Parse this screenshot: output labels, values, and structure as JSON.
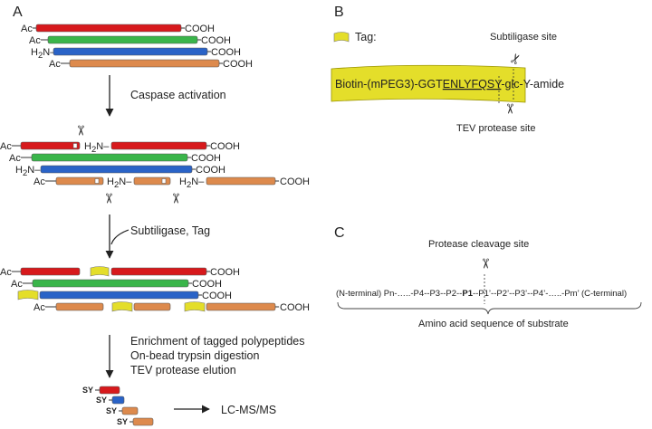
{
  "colors": {
    "red": "#d7191c",
    "green": "#3ab54a",
    "blue": "#2a63c7",
    "orange": "#dd8a4d",
    "tag": "#e4de2a",
    "tag_dark": "#9a9400"
  },
  "panel_a": {
    "letter": "A",
    "ac": "Ac",
    "cooh": "COOH",
    "h2n_h": "H",
    "h2n_sub": "2",
    "h2n_n": "N",
    "h2n_dash": "N–",
    "step1": "Caspase activation",
    "step2": "Subtiligase, Tag",
    "step3": [
      "Enrichment of tagged polypeptides",
      "On-bead trypsin digestion",
      "TEV protease elution"
    ],
    "sy": "SY",
    "lcms": "LC-MS/MS"
  },
  "panel_b": {
    "letter": "B",
    "tag_legend": "Tag:",
    "subtiligase_site": "Subtiligase site",
    "tev_site": "TEV protease site",
    "tag_seq_prefix": "Biotin-(mPEG3)-GGT",
    "tag_seq_underlined": "ENLYFQSY",
    "tag_seq_suffix": "-glc-Y-amide"
  },
  "panel_c": {
    "letter": "C",
    "cleavage_site": "Protease cleavage site",
    "seq_left": "(N-terminal) Pn-…..-P4--P3--P2--",
    "seq_p1": "P1",
    "seq_right": "--P1’--P2’--P3’--P4’-…..-Pm’ (C-terminal)",
    "substrate_label": "Amino acid sequence of substrate"
  }
}
